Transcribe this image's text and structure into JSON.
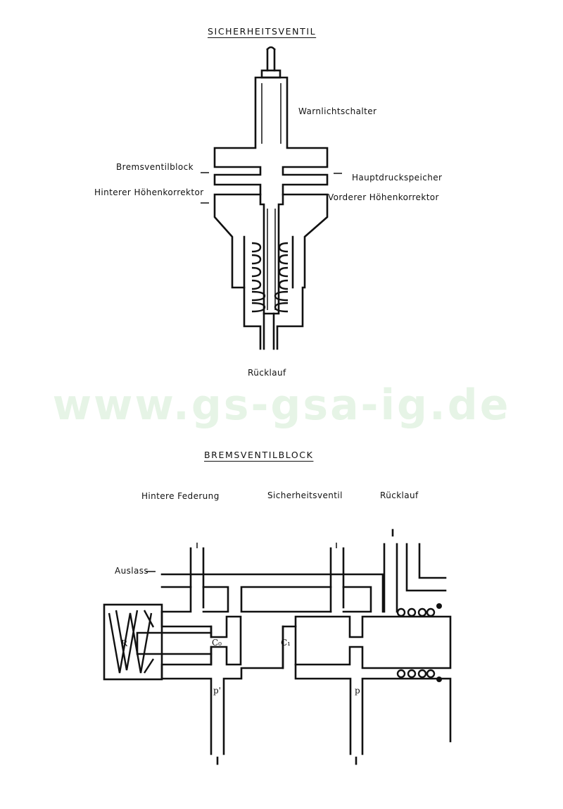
{
  "watermark": "www.gs-gsa-ig.de",
  "top": {
    "title": "SICHERHEITSVENTIL",
    "labels": {
      "warnlicht": "Warnlichtschalter",
      "bremsventil": "Bremsventilblock",
      "hauptdruck": "Hauptdruckspeicher",
      "hinterer": "Hinterer Höhenkorrektor",
      "vorderer": "Vorderer Höhenkorrektor",
      "ruecklauf": "Rücklauf"
    }
  },
  "bottom": {
    "title": "BREMSVENTILBLOCK",
    "labels": {
      "hintere_federung": "Hintere Federung",
      "sicherheitsventil": "Sicherheitsventil",
      "ruecklauf": "Rücklauf",
      "auslass": "Auslass",
      "r": "R",
      "c0": "C₀",
      "c1": "C₁",
      "p_prime": "p'",
      "p": "p"
    }
  }
}
